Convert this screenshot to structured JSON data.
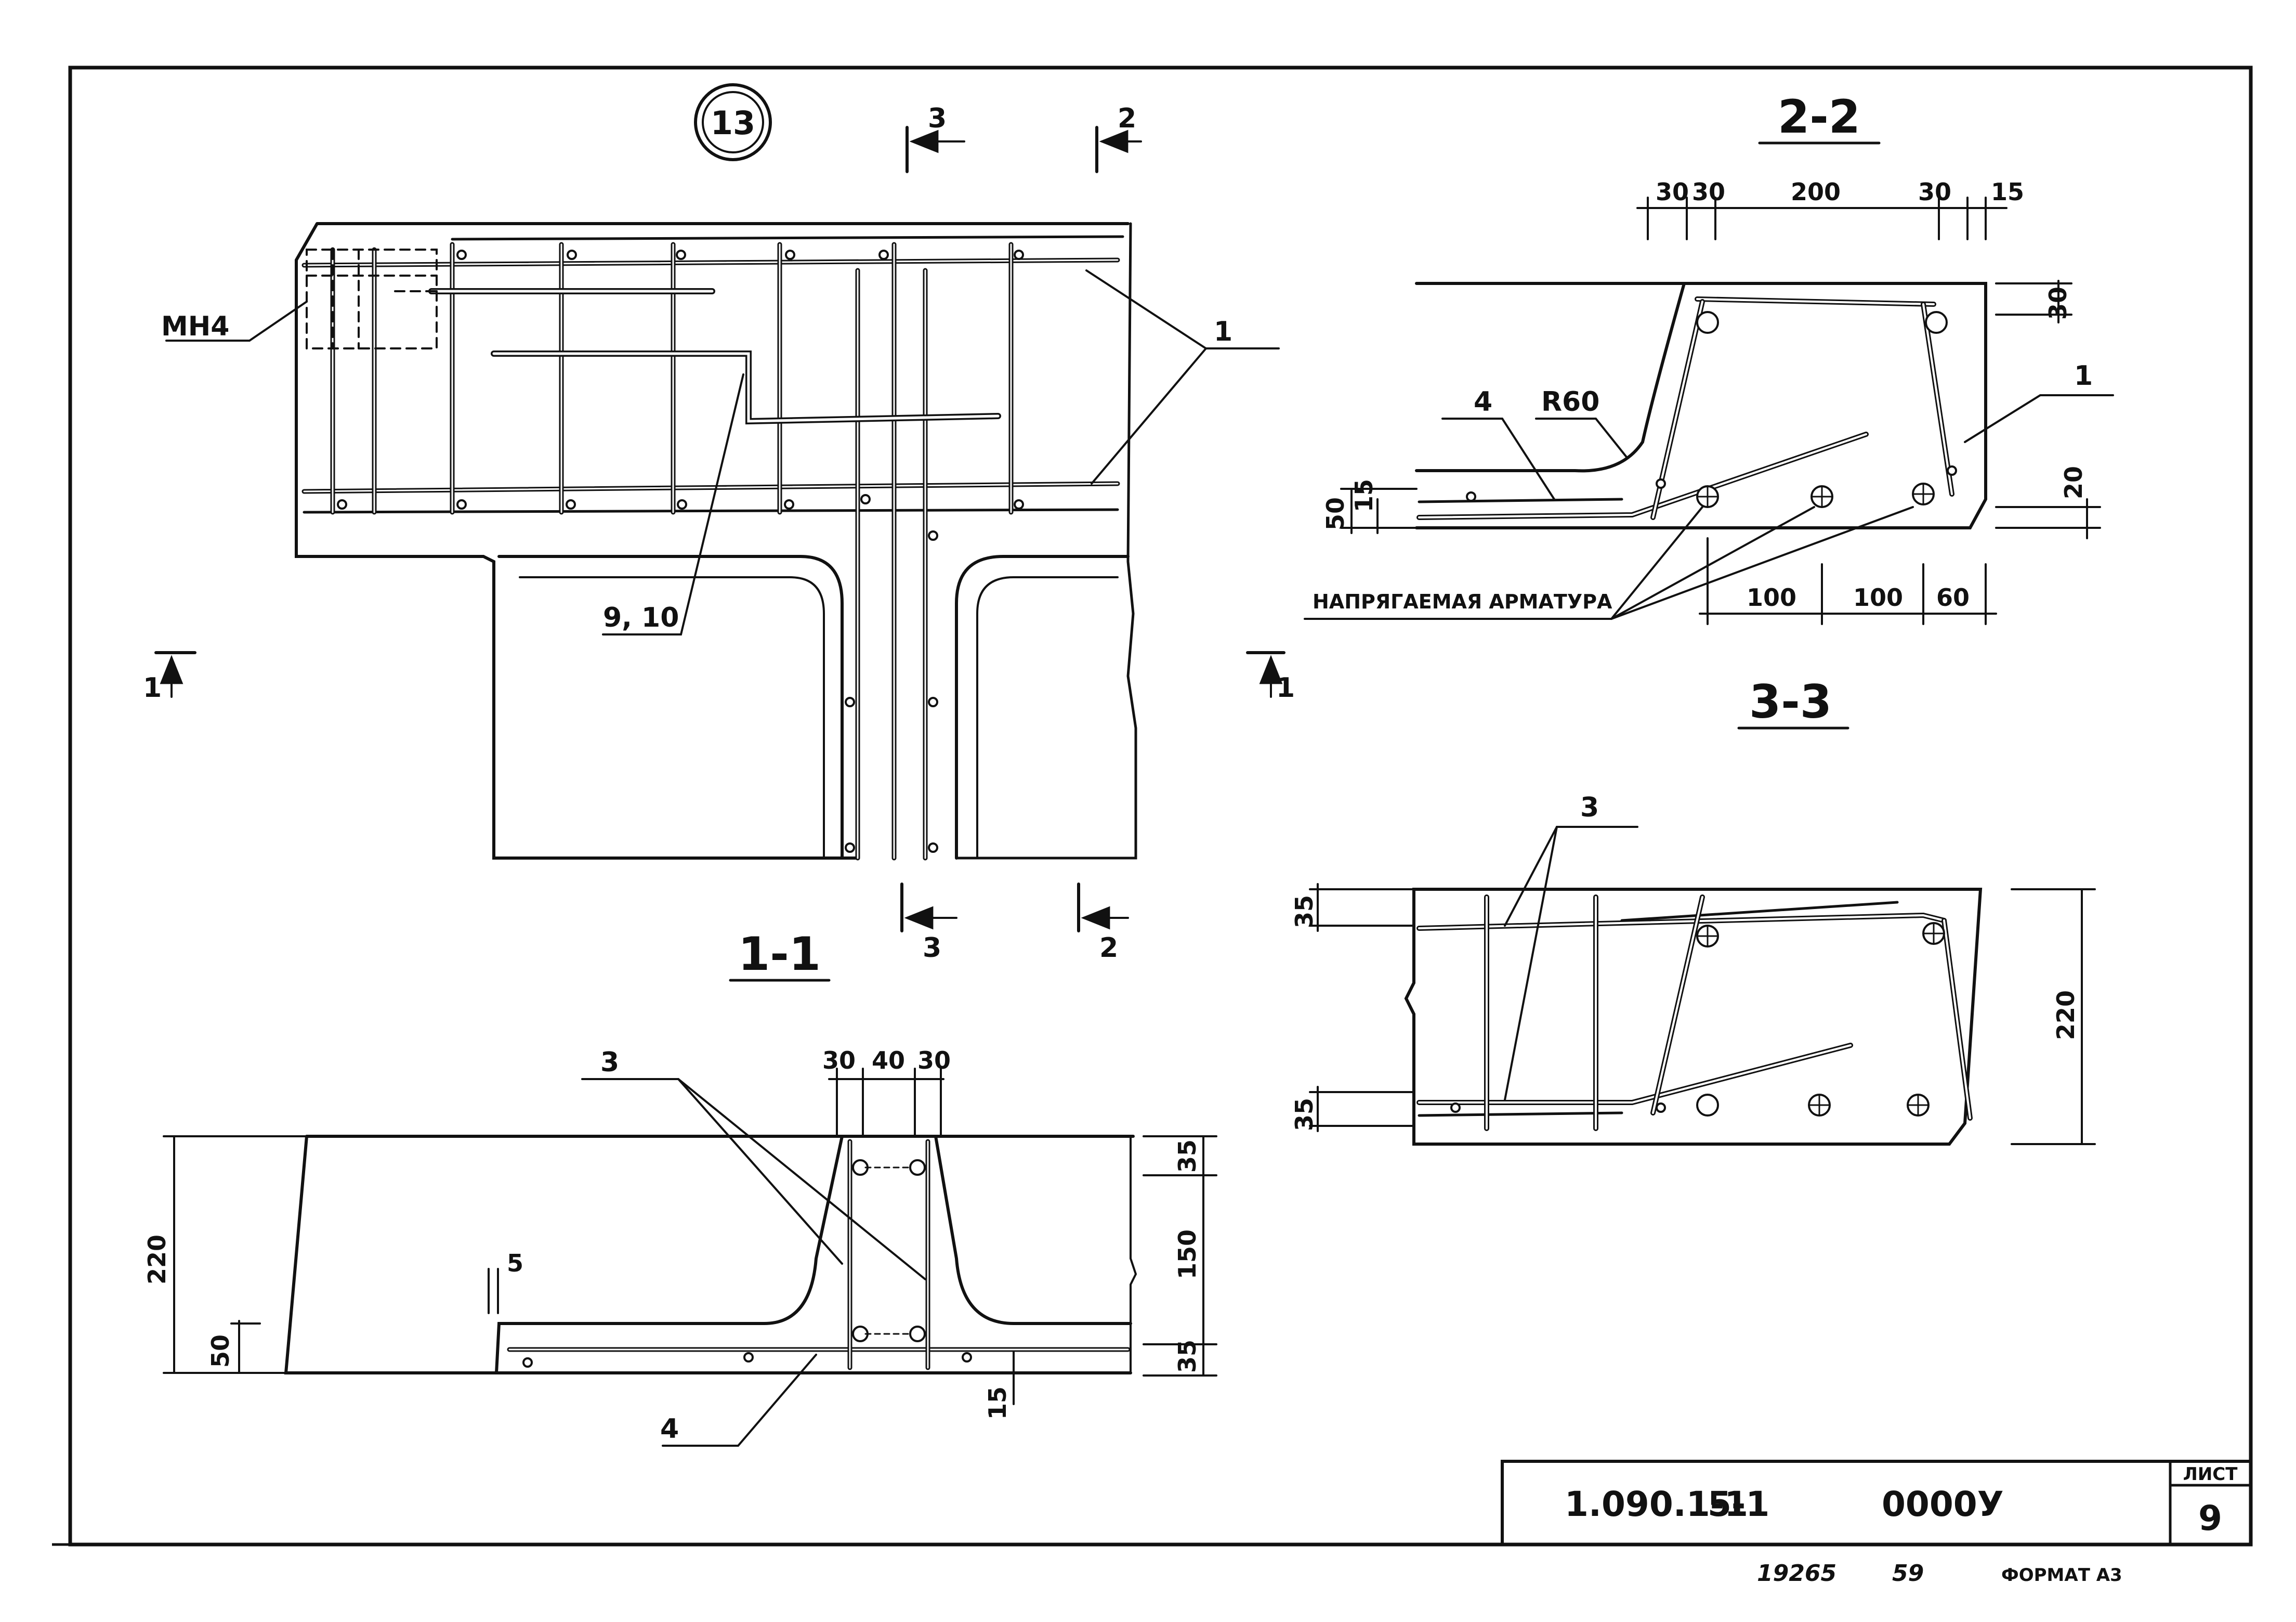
{
  "sheet": {
    "detail_number": "13",
    "code_part1": "1.090.1-1",
    "code_part2": "5-1",
    "code_part3": "0000У",
    "sheet_label": "ЛИСТ",
    "sheet_number": "9",
    "footer_left": "19265",
    "footer_mid": "59",
    "format_label": "ФОРМАТ А3"
  },
  "plan": {
    "label_mn4": "МН4",
    "label_1": "1",
    "label_9_10": "9, 10",
    "cut_3_top": "3",
    "cut_2_top": "2",
    "cut_3_bottom": "3",
    "cut_2_bottom": "2",
    "cut_1_left": "1",
    "cut_1_right": "1"
  },
  "section_1_1": {
    "title": "1-1",
    "label_3": "3",
    "label_4": "4",
    "dim_30a": "30",
    "dim_40": "40",
    "dim_30b": "30",
    "dim_220": "220",
    "dim_50": "50",
    "dim_5": "5",
    "dim_35_top": "35",
    "dim_150": "150",
    "dim_35_bottom": "35",
    "dim_15": "15"
  },
  "section_2_2": {
    "title": "2-2",
    "dim_30_1": "30",
    "dim_30_2": "30",
    "dim_200": "200",
    "dim_30_3": "30",
    "dim_15_top": "15",
    "dim_30_right": "30",
    "dim_20": "20",
    "dim_50": "50",
    "dim_15_left": "15",
    "dim_100a": "100",
    "dim_100b": "100",
    "dim_60": "60",
    "label_4": "4",
    "label_r60": "R60",
    "label_1": "1",
    "label_prestressed": "НАПРЯГАЕМАЯ АРМАТУРА"
  },
  "section_3_3": {
    "title": "3-3",
    "label_3": "3",
    "dim_35_top": "35",
    "dim_35_bottom": "35",
    "dim_220": "220"
  }
}
